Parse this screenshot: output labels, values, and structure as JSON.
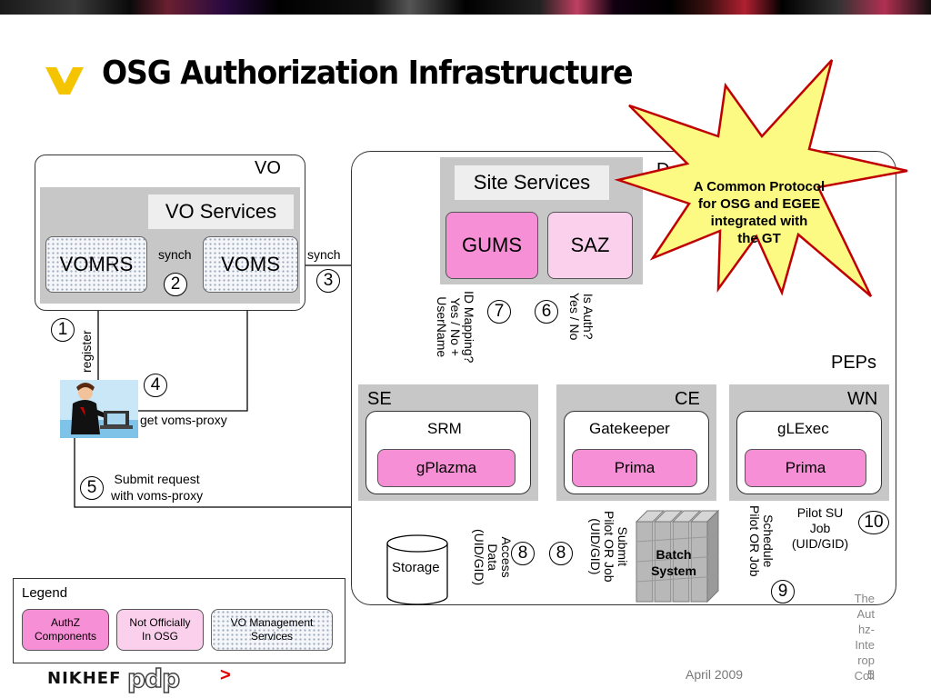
{
  "slide": {
    "title": "OSG Authorization Infrastructure",
    "date": "April 2009",
    "page_number": "5",
    "footer_side_text": [
      "The",
      "Aut",
      "hz-",
      "Inte",
      "rop",
      "Coll"
    ],
    "footer_arrow": ">"
  },
  "starburst": {
    "text_lines": [
      "A Common Protocol",
      "for OSG and EGEE",
      "integrated with",
      "the GT"
    ]
  },
  "vo": {
    "label": "VO",
    "services_label": "VO Services",
    "vomrs": "VOMRS",
    "voms": "VOMS",
    "synch_inner": "synch",
    "synch_outer": "synch"
  },
  "site": {
    "partial_label": "D",
    "services_label": "Site Services",
    "gums": "GUMS",
    "saz": "SAZ",
    "peps_label": "PEPs",
    "se": {
      "label": "SE",
      "srm": "SRM",
      "plugin": "gPlazma"
    },
    "ce": {
      "label": "CE",
      "gatekeeper": "Gatekeeper",
      "plugin": "Prima"
    },
    "wn": {
      "label": "WN",
      "glexec": "gLExec",
      "plugin": "Prima"
    },
    "storage": "Storage",
    "batch_lines": [
      "Batch",
      "System"
    ]
  },
  "steps": {
    "register": "register",
    "get_proxy": "get voms-proxy",
    "submit_lines": [
      "Submit request",
      "with voms-proxy"
    ],
    "id_mapping_lines": [
      "ID Mapping?",
      "Yes / No +",
      "UserName"
    ],
    "is_auth_lines": [
      "Is Auth?",
      "Yes / No"
    ],
    "access_data_lines": [
      "Access",
      "Data",
      "(UID/GID)"
    ],
    "submit_pilot_lines": [
      "Submit",
      "Pilot OR Job",
      "(UID/GID)"
    ],
    "schedule_lines": [
      "Schedule",
      "Pilot OR Job"
    ],
    "pilot_su_lines": [
      "Pilot SU",
      "Job",
      "(UID/GID)"
    ],
    "numbers": [
      "1",
      "2",
      "3",
      "4",
      "5",
      "6",
      "7",
      "8",
      "8",
      "9",
      "10"
    ]
  },
  "legend": {
    "title": "Legend",
    "authz_lines": [
      "AuthZ",
      "Components"
    ],
    "not_official_lines": [
      "Not Officially",
      "In OSG"
    ],
    "vo_mgmt_lines": [
      "VO Management",
      "Services"
    ]
  },
  "logos": {
    "nikhef": "NIKHEF",
    "pdp": "pdp"
  },
  "colors": {
    "authz_pink": "#f68fd5",
    "light_pink": "#fbd0ec",
    "starburst_yellow": "#fdfa83",
    "chevron_yellow": "#f5c400"
  }
}
